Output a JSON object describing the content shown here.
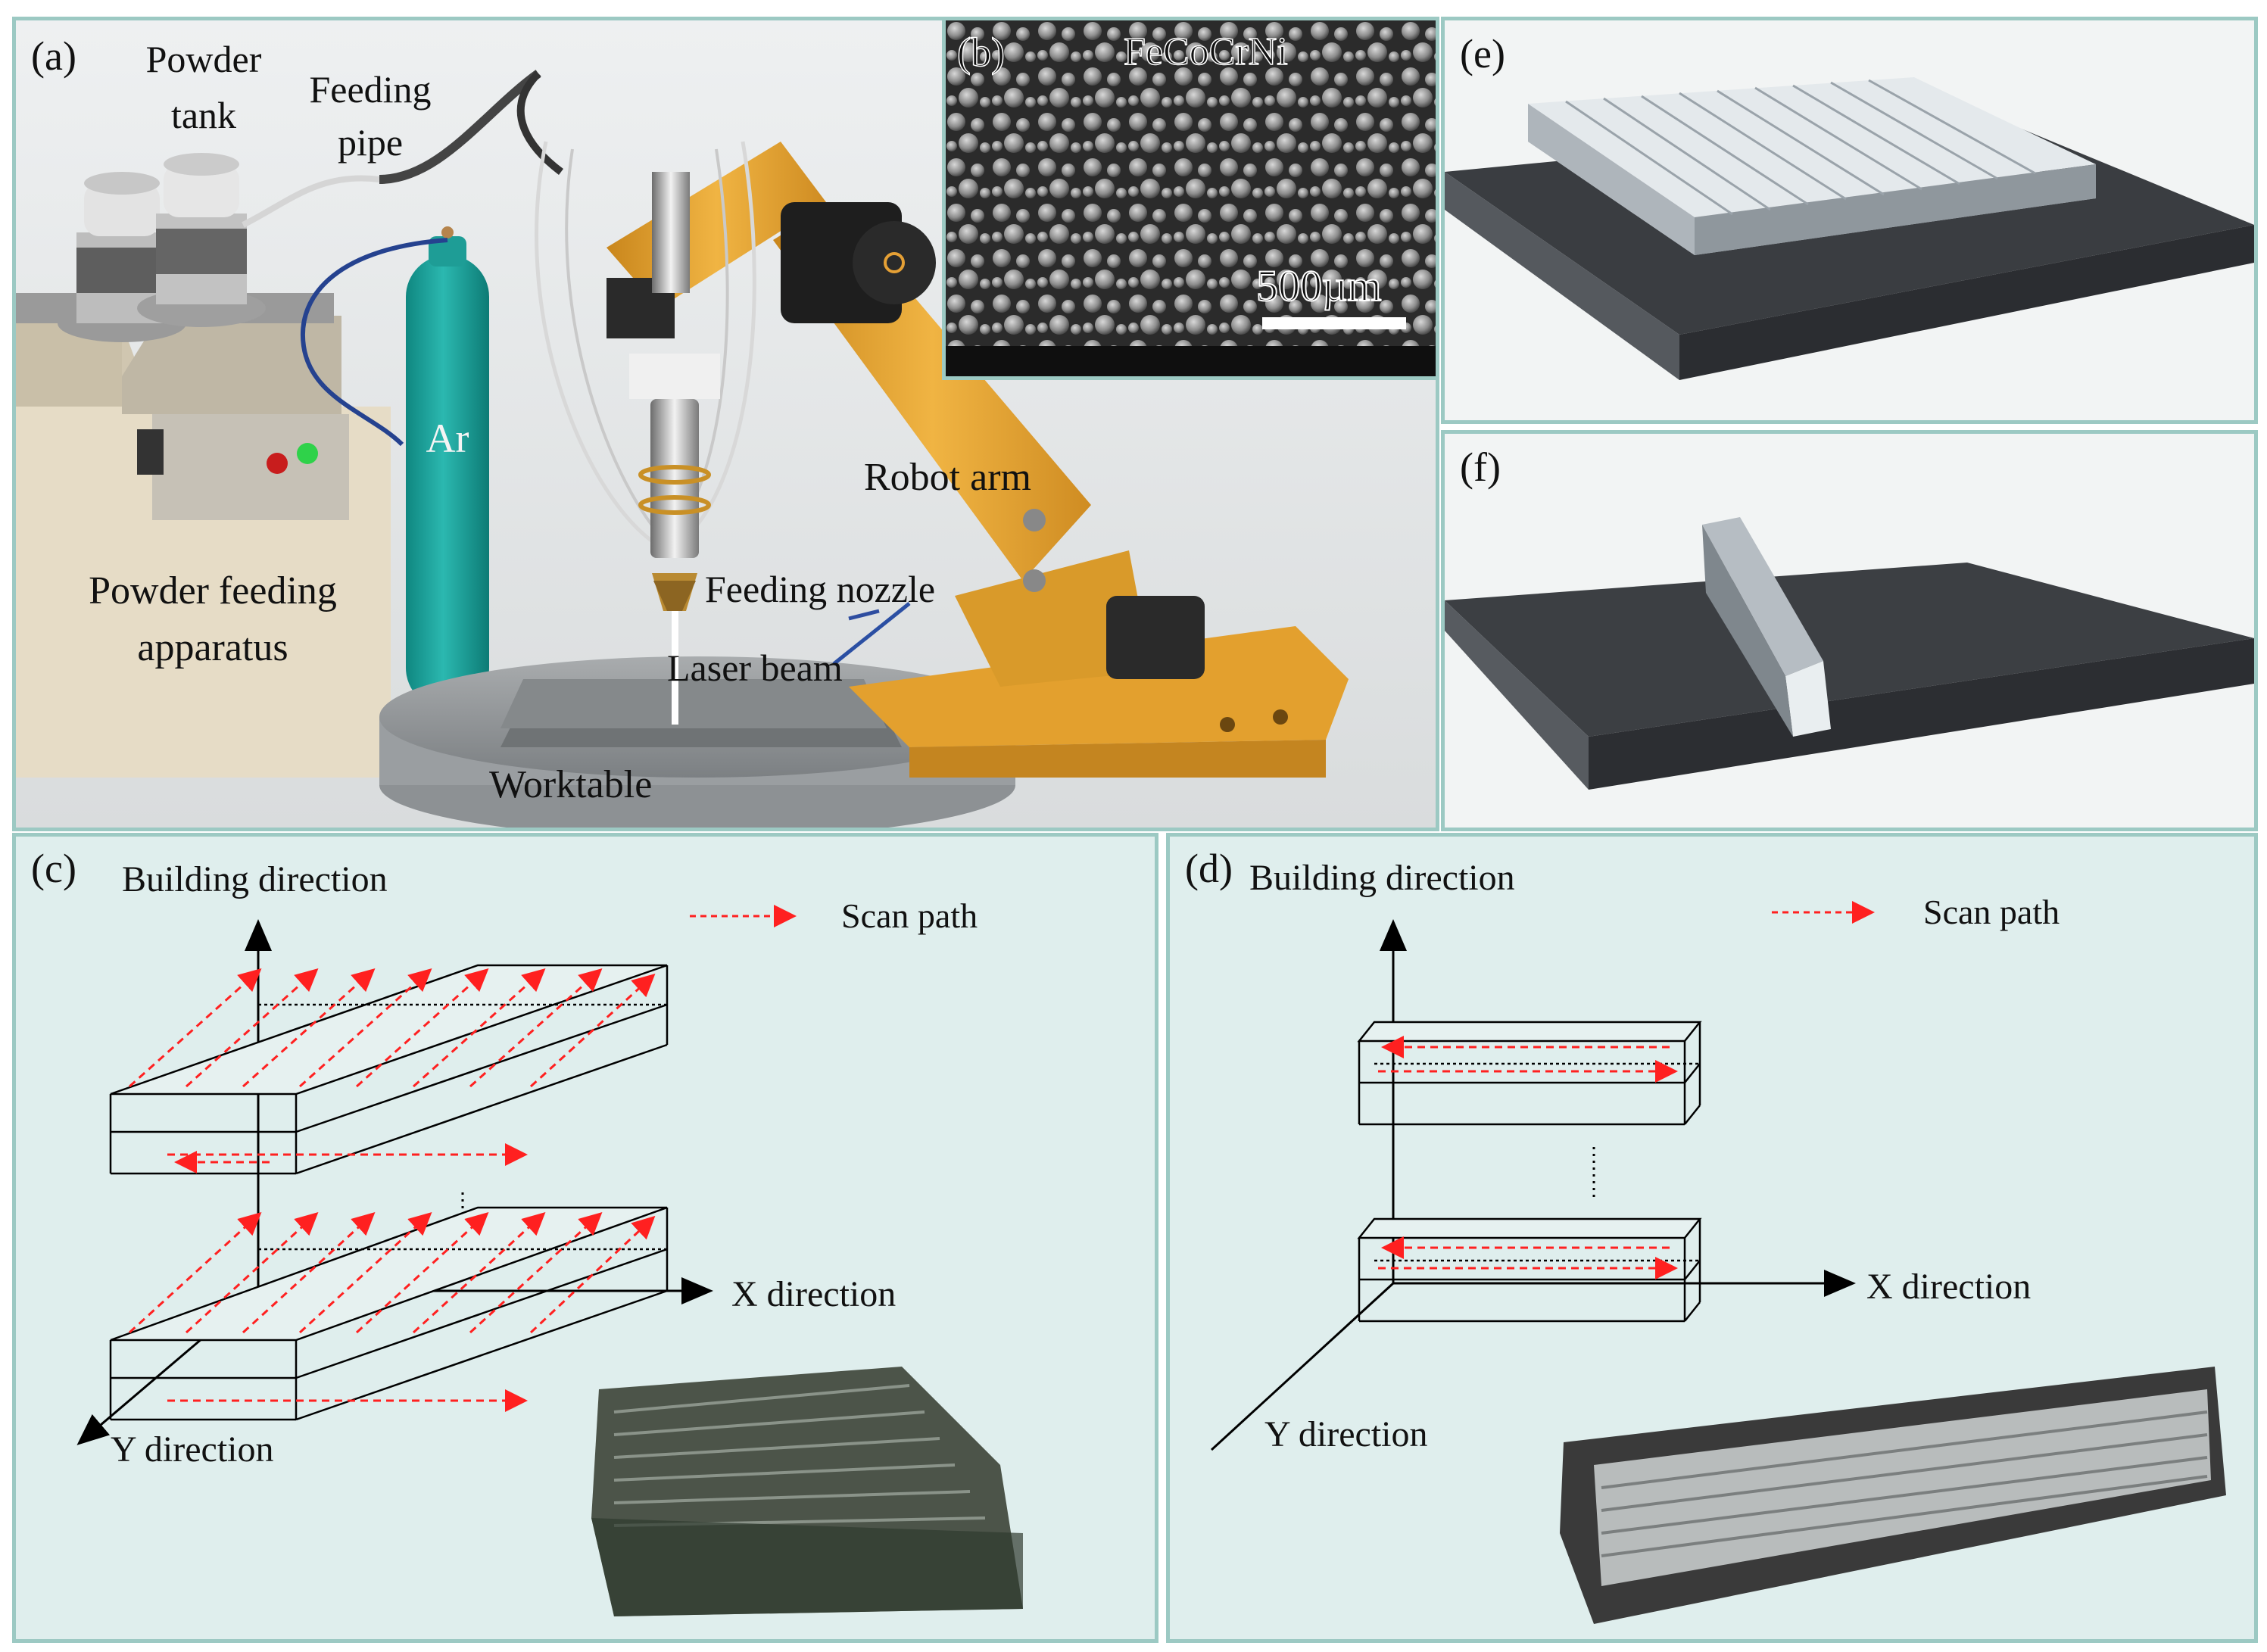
{
  "panel_a": {
    "tag": "(a)",
    "powder_tank": [
      "Powder",
      "tank"
    ],
    "feeding_pipe": [
      "Feeding",
      "pipe"
    ],
    "argon": "Ar",
    "powder_feeding": [
      "Powder feeding",
      "apparatus"
    ],
    "robot_arm": "Robot arm",
    "feeding_nozzle": "Feeding nozzle",
    "laser_beam": "Laser beam",
    "worktable": "Worktable"
  },
  "panel_b": {
    "tag": "(b)",
    "material": "FeCoCrNi",
    "scale": "500µm"
  },
  "panel_c": {
    "tag": "(c)",
    "building_direction": "Building direction",
    "scan_path": "Scan path",
    "x_direction": "X direction",
    "y_direction": "Y direction"
  },
  "panel_d": {
    "tag": "(d)",
    "building_direction": "Building direction",
    "scan_path": "Scan path",
    "x_direction": "X direction",
    "y_direction": "Y direction"
  },
  "panel_e": {
    "tag": "(e)"
  },
  "panel_f": {
    "tag": "(f)"
  },
  "colors": {
    "border": "#9cc9c3",
    "panel_bg": "#dfeeed",
    "scan": "#ff2020",
    "arm": "#e8a62c",
    "gas": "#1ba7a0"
  }
}
